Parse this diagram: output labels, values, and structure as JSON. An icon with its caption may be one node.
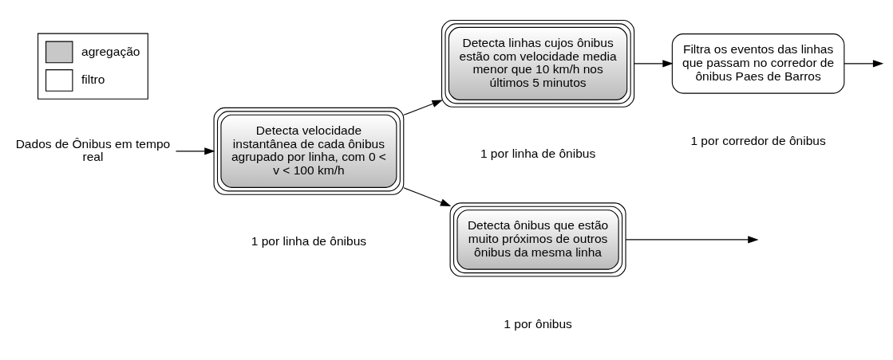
{
  "diagram": {
    "nodes": [
      {
        "text": [
          "Dados de Ônibus em tempo real"
        ]
      },
      {
        "text": [
          "Detecta velocidade instantânea de cada ônibus agrupado por linha, com 0 < v < 100 km/h"
        ],
        "beside": [
          "1 por linha de ônibus"
        ]
      },
      {
        "text": [
          "Detecta linhas cujos ônibus estão com velocidade media menor que 10 km/h nos últimos 5 minutos"
        ],
        "beside": [
          "1 por linha de ônibus"
        ]
      },
      {
        "text": [
          "Detecta ônibus que estão muito próximos de outros ônibus da mesma linha"
        ],
        "beside": [
          "1 por ônibus"
        ]
      },
      {
        "text": [
          "Filtra os eventos das linhas que passam no corredor de ônibus Paes de Barros"
        ],
        "beside": [
          "1 por corredor de ônibus"
        ]
      }
    ],
    "edges": [
      {
        "from": 0,
        "to": 1,
        "arrow": "to"
      },
      {
        "from": 1,
        "to": 2,
        "arrow": "to"
      },
      {
        "from": 1,
        "to": 3,
        "arrow": "to"
      },
      {
        "from": 3,
        "to": null,
        "arrow": "to"
      },
      {
        "from": 2,
        "to": 4,
        "arrow": "to"
      },
      {
        "from": 4,
        "to": null,
        "arrow": "to"
      }
    ],
    "legend": [
      {
        "text": "agregação",
        "color": "#c8c8c8"
      },
      {
        "text": "filtro",
        "color": "#ffffff"
      }
    ]
  }
}
